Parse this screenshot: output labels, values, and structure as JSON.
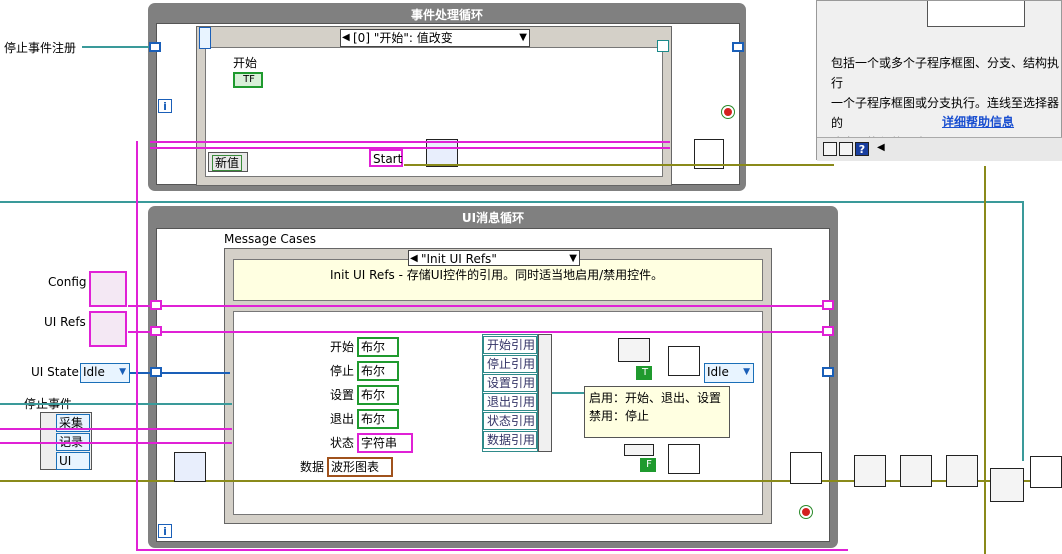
{
  "event_loop": {
    "title": "事件处理循环",
    "case_selector": "[0] \"开始\": 值改变",
    "start_label": "开始",
    "bool_tf": "TF",
    "new_value_label": "新值",
    "start_string": "Start",
    "stop_event_reg_label": "停止事件注册",
    "info_i": "i"
  },
  "ui_loop": {
    "title": "UI消息循环",
    "message_cases_label": "Message Cases",
    "case_selector": "\"Init UI Refs\"",
    "case_comment": "Init UI Refs - 存储UI控件的引用。同时适当地启用/禁用控件。",
    "info_i": "i",
    "idle_value": "Idle",
    "true_const": "T",
    "false_const": "F",
    "note_lines": [
      "启用：开始、退出、设置",
      "禁用：停止"
    ]
  },
  "left_terms": {
    "config": "Config",
    "ui_refs": "UI Refs",
    "ui_state": "UI State",
    "ui_state_value": "Idle",
    "stop_event": "停止事件"
  },
  "cluster_items": [
    "采集",
    "记录",
    "UI"
  ],
  "controls": [
    {
      "label": "开始",
      "type": "布尔",
      "ref": "开始引用"
    },
    {
      "label": "停止",
      "type": "布尔",
      "ref": "停止引用"
    },
    {
      "label": "设置",
      "type": "布尔",
      "ref": "设置引用"
    },
    {
      "label": "退出",
      "type": "布尔",
      "ref": "退出引用"
    },
    {
      "label": "状态",
      "type": "字符串",
      "ref": "状态引用"
    },
    {
      "label": "数据",
      "type": "波形图表",
      "ref": "数据引用"
    }
  ],
  "help_window": {
    "text_lines": [
      "包括一个或多个子程序框图、分支、结构执行",
      "一个子程序框图或分支执行。连线至选择器的",
      "决定要执行的分支。"
    ],
    "link": "详细帮助信息",
    "question": "?"
  }
}
